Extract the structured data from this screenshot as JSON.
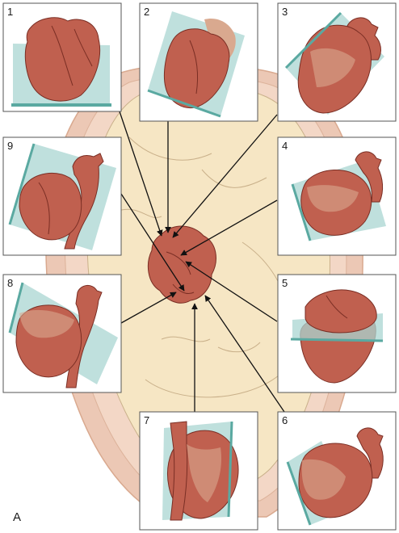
{
  "figure": {
    "label": "A"
  },
  "panels": [
    {
      "id": "1",
      "number": "1"
    },
    {
      "id": "2",
      "number": "2"
    },
    {
      "id": "3",
      "number": "3"
    },
    {
      "id": "4",
      "number": "4"
    },
    {
      "id": "5",
      "number": "5"
    },
    {
      "id": "6",
      "number": "6"
    },
    {
      "id": "7",
      "number": "7"
    },
    {
      "id": "8",
      "number": "8"
    },
    {
      "id": "9",
      "number": "9"
    }
  ],
  "colors": {
    "panel_border": "#555555",
    "plane_fill": "#a9d6d2",
    "plane_edge": "#5aa9a1",
    "heart_fill": "#c0604f",
    "heart_shadow": "#a3483a",
    "heart_line": "#7a2e24",
    "uterus_outer": "#ecc8b5",
    "uterus_wall": "#f3d7c6",
    "fetus_fill": "#f6e6c4",
    "fetus_line": "#c9b08a",
    "arrow": "#111111"
  }
}
